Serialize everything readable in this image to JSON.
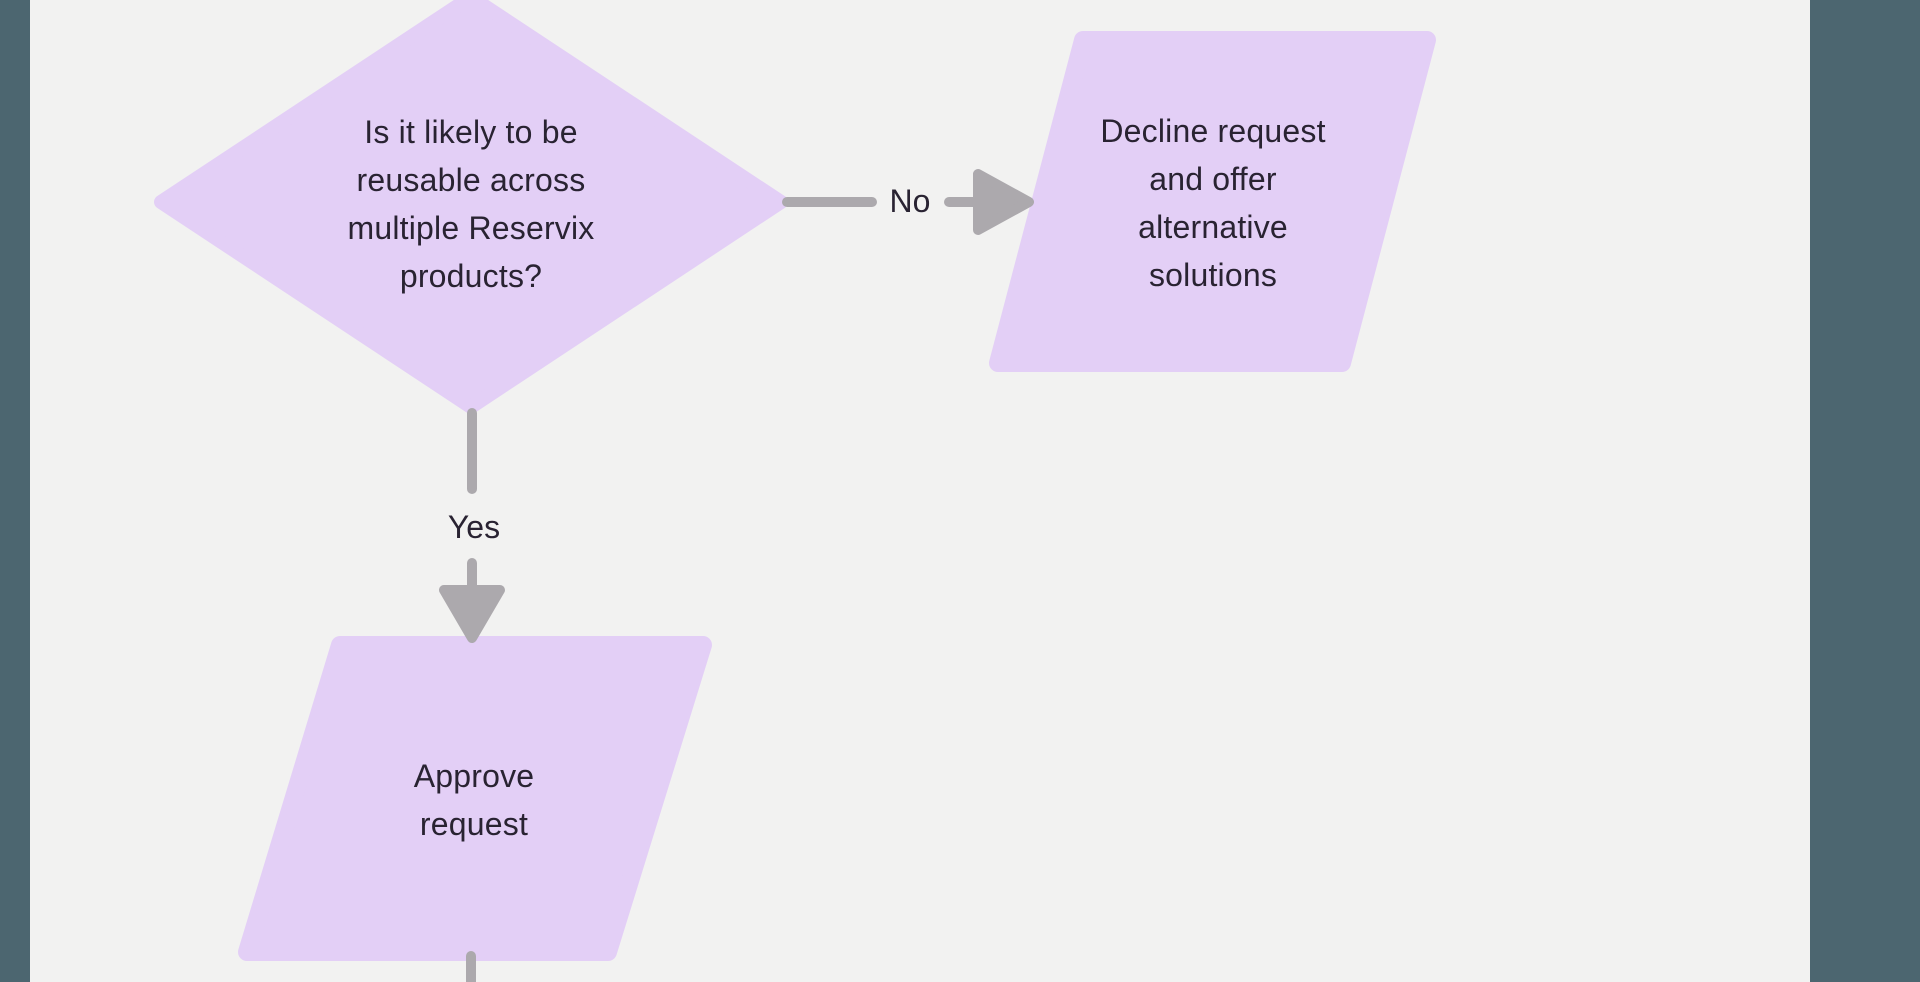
{
  "app": {
    "board_background": "#4C6670",
    "canvas_background": "#F2F2F1"
  },
  "colors": {
    "shape_fill": "#E3CFF6",
    "connector": "#ACA9AD",
    "text": "#292332"
  },
  "flowchart": {
    "decision_label": "Is it likely to be\nreusable across\nmultiple Reservix\nproducts?",
    "no_edge_label": "No",
    "decline_label": "Decline request\nand offer\nalternative\nsolutions",
    "yes_edge_label": "Yes",
    "approve_label": "Approve\nrequest"
  }
}
